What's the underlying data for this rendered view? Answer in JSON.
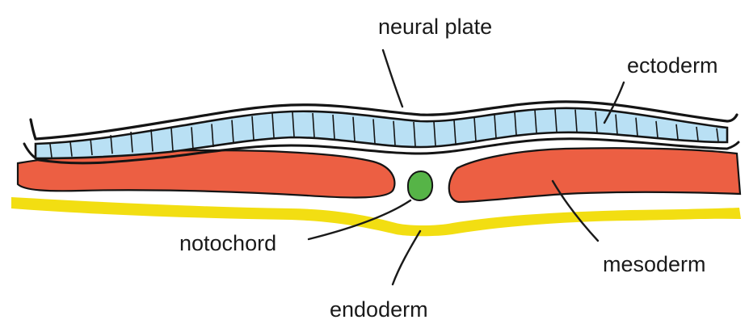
{
  "labels": {
    "neural_plate": "neural plate",
    "ectoderm": "ectoderm",
    "notochord": "notochord",
    "mesoderm": "mesoderm",
    "endoderm": "endoderm"
  },
  "colors": {
    "neural_plate_fill": "#b9e0f4",
    "mesoderm_fill": "#ec5f43",
    "notochord_fill": "#56b447",
    "endoderm_fill": "#f2de12",
    "outline": "#141414"
  }
}
